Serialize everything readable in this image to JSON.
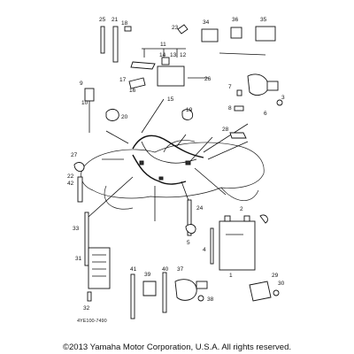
{
  "callouts": [
    "25",
    "21",
    "18",
    "23",
    "34",
    "36",
    "35",
    "11",
    "14",
    "13",
    "12",
    "17",
    "16",
    "15",
    "26",
    "7",
    "9",
    "8",
    "10",
    "6",
    "3",
    "20",
    "19",
    "28",
    "27",
    "22",
    "42",
    "33",
    "31",
    "32",
    "24",
    "2",
    "1",
    "5",
    "4",
    "30",
    "29",
    "41",
    "39",
    "40",
    "37",
    "38"
  ],
  "doc_code": "4YE100-7490",
  "copyright": "©2013 Yamaha Motor Corporation, U.S.A. All rights reserved."
}
